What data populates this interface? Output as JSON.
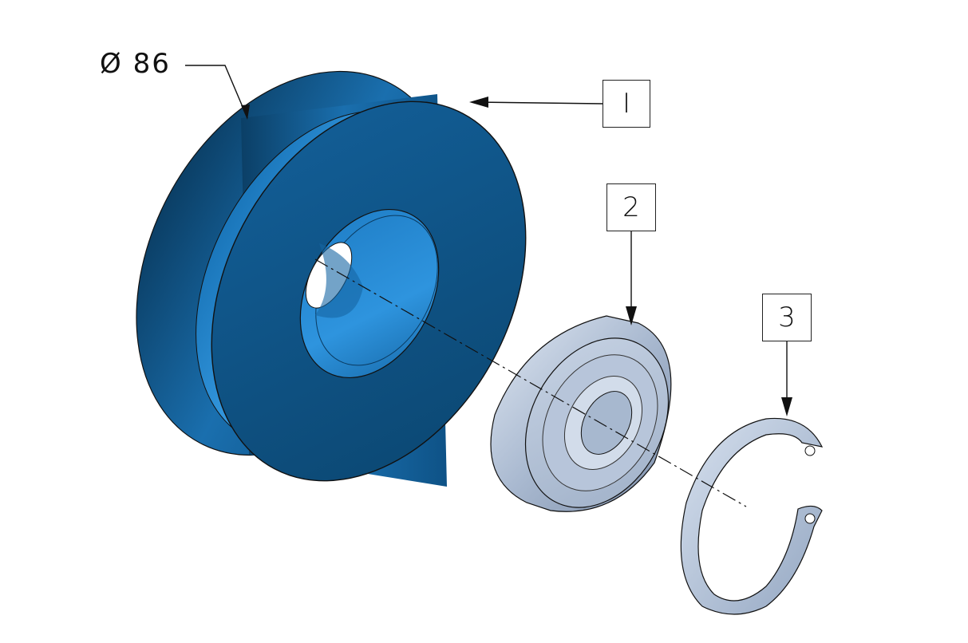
{
  "dimension": {
    "symbol": "Ø",
    "value": "86"
  },
  "callouts": [
    {
      "label": "I"
    },
    {
      "label": "2"
    },
    {
      "label": "3"
    }
  ],
  "colors": {
    "pulley_dark": "#0c4f7a",
    "pulley_mid": "#1667a3",
    "pulley_light": "#2a8ad0",
    "bearing_light": "#c9d6e8",
    "bearing_mid": "#8fa3bf",
    "ring": "#b8c6dc",
    "outline": "#111111"
  },
  "icons": [
    "pulley-icon",
    "bearing-icon",
    "retaining-ring-icon"
  ]
}
